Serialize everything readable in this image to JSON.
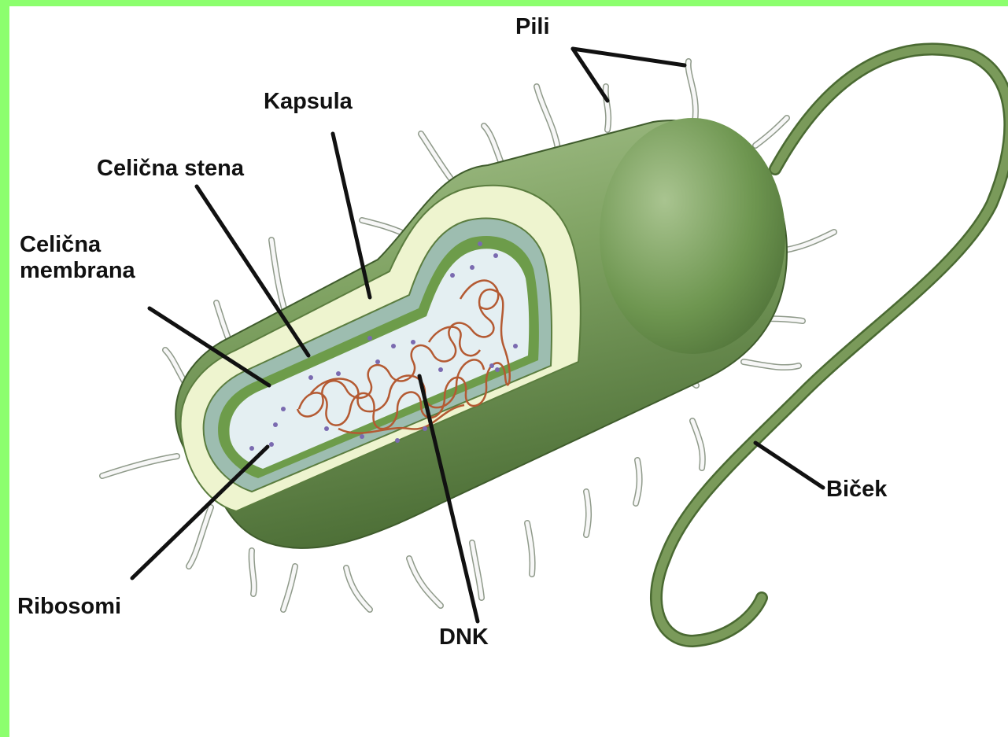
{
  "diagram": {
    "colors": {
      "frame": "#8cff6e",
      "capsule_outer": "#6e9650",
      "capsule_light": "#a9c490",
      "capsule_dark": "#4c6e36",
      "cut_capsule": "#eef4cf",
      "wall": "#9dbdb0",
      "membrane": "#6d9c4a",
      "cytoplasm": "#e4eff2",
      "dna": "#b45a32",
      "ribosome": "#7a6ab0",
      "pili": "#f7f7f7",
      "pili_outline": "#8f9a8a",
      "flagellum": "#7a9a5a",
      "leader": "#111111"
    },
    "labels": {
      "pili": "Pili",
      "kapsula": "Kapsula",
      "celicna_stena": "Celična stena",
      "celicna_membrana_line1": "Celična",
      "celicna_membrana_line2": "membrana",
      "bicek": "Biček",
      "ribosomi": "Ribosomi",
      "dnk": "DNK"
    },
    "icons": [
      "bacterium-illustration",
      "flagellum-icon",
      "pili-icon",
      "dna-icon",
      "ribosome-icon"
    ]
  }
}
